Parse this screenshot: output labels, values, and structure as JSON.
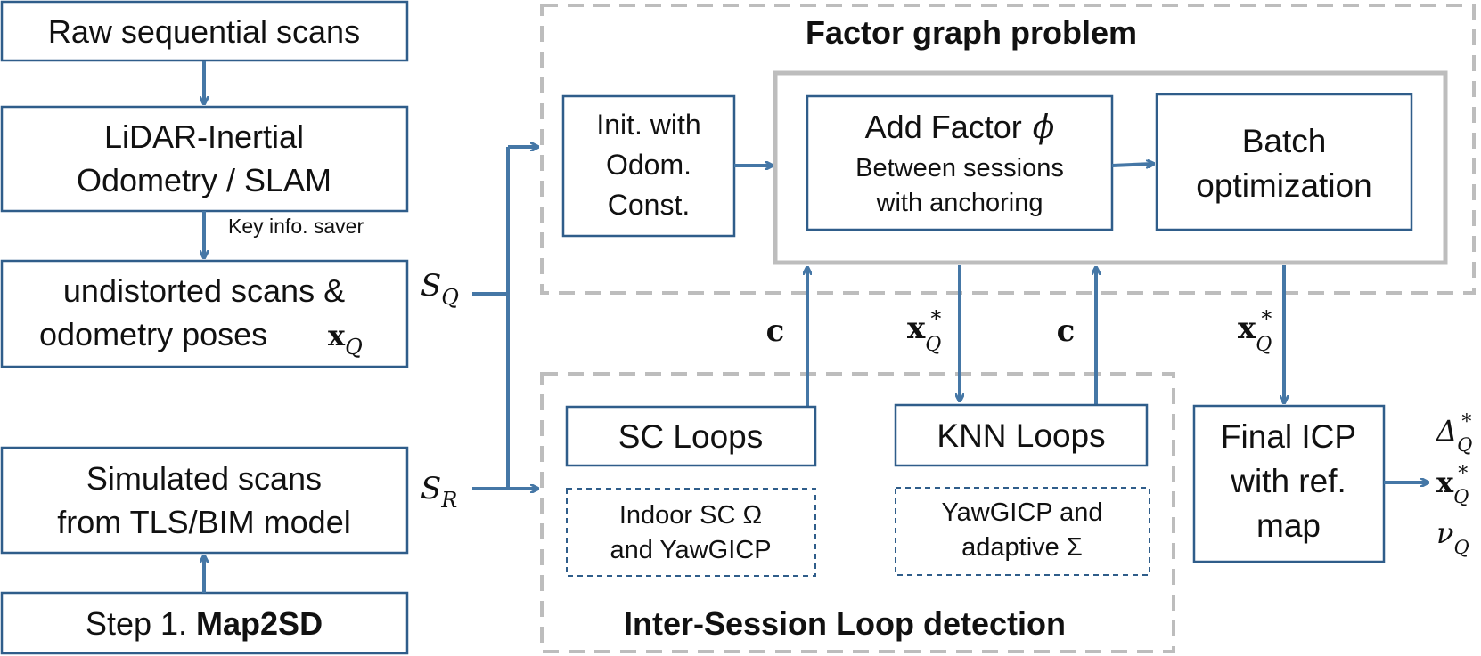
{
  "left_column": {
    "raw_scans": "Raw sequential scans",
    "lio_line1": "LiDAR-Inertial",
    "lio_line2": "Odometry / SLAM",
    "key_info": "Key info. saver",
    "undistorted_line1": "undistorted scans &",
    "undistorted_line2": "odometry poses",
    "simulated_line1": "Simulated scans",
    "simulated_line2": "from TLS/BIM model",
    "step1_prefix": "Step 1.",
    "step1_bold": "Map2SD"
  },
  "symbols": {
    "x": "x",
    "sub_Q": "Q",
    "sub_R": "R",
    "S": "S",
    "star": "*",
    "c": "c",
    "phi": "ϕ",
    "delta": "Δ",
    "nu": "ν"
  },
  "factor_graph": {
    "title": "Factor graph problem",
    "init_line1": "Init. with",
    "init_line2": "Odom.",
    "init_line3": "Const.",
    "add_factor": "Add Factor",
    "between_line1": "Between sessions",
    "between_line2": "with anchoring",
    "batch_line1": "Batch",
    "batch_line2": "optimization"
  },
  "loop_detection": {
    "title": "Inter-Session Loop detection",
    "sc_loops": "SC Loops",
    "sc_desc_line1": "Indoor SC Ω",
    "sc_desc_line2": "and YawGICP",
    "knn_loops": "KNN Loops",
    "knn_desc_line1": "YawGICP and",
    "knn_desc_line2": "adaptive Σ"
  },
  "final_icp": {
    "line1": "Final ICP",
    "line2": "with ref.",
    "line3": "map"
  },
  "colors": {
    "box_border": "#2f5d8a",
    "arrow": "#4577a6",
    "group_border": "#bdbdbd"
  }
}
